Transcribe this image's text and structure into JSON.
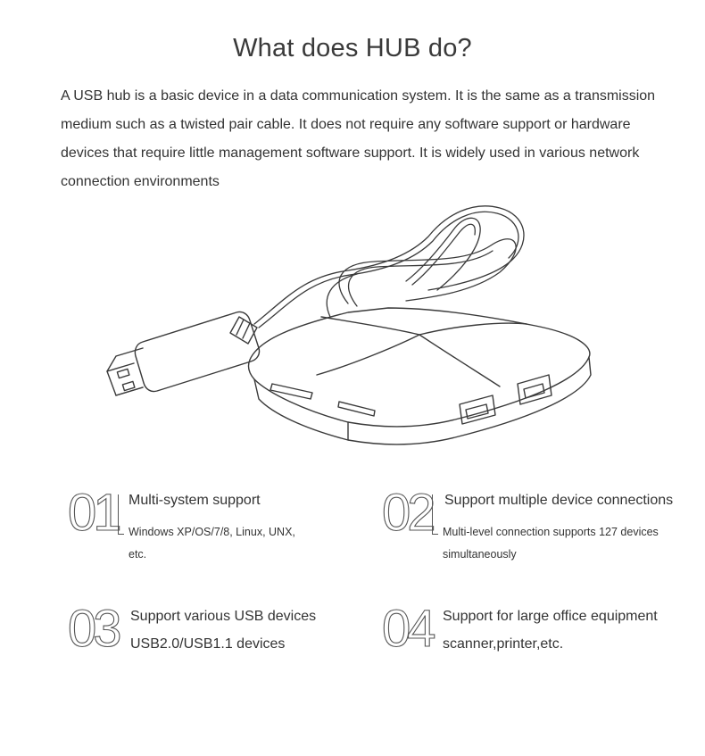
{
  "page": {
    "title": "What does HUB do?",
    "intro": "A USB hub is a basic device in a data communication system. It is the same as a transmission medium such as a twisted pair cable. It does not require any software support or hardware devices that require little management software support. It is widely used in various network connection environments"
  },
  "illustration": {
    "icon": "usb-hub-illustration"
  },
  "features": [
    {
      "number": "01",
      "title": "Multi-system support",
      "desc": "Windows XP/OS/7/8, Linux, UNX, etc."
    },
    {
      "number": "02",
      "title": "Support multiple device connections",
      "desc": "Multi-level connection supports 127 devices simultaneously"
    },
    {
      "number": "03",
      "title": "Support various USB devices",
      "desc": "USB2.0/USB1.1 devices"
    },
    {
      "number": "04",
      "title": "Support for large office equipment",
      "desc": "scanner,printer,etc."
    }
  ]
}
